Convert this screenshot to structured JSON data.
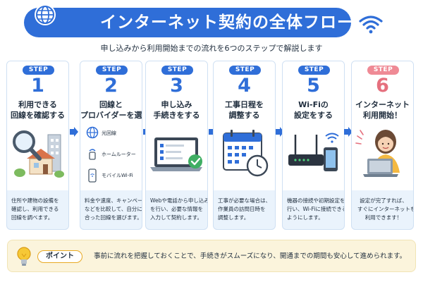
{
  "header": {
    "title": "インターネット契約の全体フロー",
    "subtitle": "申し込みから利用開始までの流れを6つのステップで解説します"
  },
  "steps": [
    {
      "label": "STEP",
      "number": "1",
      "title_line1": "利用できる",
      "title_line2": "回線を確認する",
      "desc": [
        "住所や建物の設備を",
        "確認し、利用できる",
        "回線を調べます。"
      ]
    },
    {
      "label": "STEP",
      "number": "2",
      "title_line1": "回線と",
      "title_line2": "プロバイダーを選ぶ",
      "options": [
        "光回線",
        "ホームルーター",
        "モバイルWi-Fi"
      ],
      "desc": [
        "料金や速度、キャンペーン",
        "などを比較して、自分に",
        "合った回線を選びます。"
      ]
    },
    {
      "label": "STEP",
      "number": "3",
      "title_line1": "申し込み",
      "title_line2": "手続きをする",
      "desc": [
        "Webや電話から申し込み",
        "を行い、必要な情報を",
        "入力して契約します。"
      ]
    },
    {
      "label": "STEP",
      "number": "4",
      "title_line1": "工事日程を",
      "title_line2": "調整する",
      "desc": [
        "工事が必要な場合は、",
        "作業員の訪問日時を",
        "調整します。"
      ]
    },
    {
      "label": "STEP",
      "number": "5",
      "title_line1": "Wi-Fiの",
      "title_line2": "設定をする",
      "desc": [
        "機器の接続や初期設定を",
        "行い、Wi-Fiに接続できる",
        "ようにします。"
      ]
    },
    {
      "label": "STEP",
      "number": "6",
      "title_line1": "インターネット",
      "title_line2": "利用開始！",
      "desc": [
        "設定が完了すれば、",
        "すぐにインターネットを",
        "利用できます！"
      ]
    }
  ],
  "point": {
    "label": "ポイント",
    "text": "事前に流れを把握しておくことで、手続きがスムーズになり、開通までの期間も安心して進められます。"
  },
  "colors": {
    "primary": "#2f6ed8",
    "final_step": "#ef8a95",
    "card_bg": "#eaf3fc",
    "point_bg": "#fbf4dc",
    "arrow": "#2f6ed8"
  },
  "icons": [
    "globe-icon",
    "wifi-icon",
    "magnifier-icon",
    "house-icon",
    "laptop-icon",
    "calendar-icon",
    "clock-icon",
    "router-icon",
    "smartphone-icon",
    "person-icon",
    "lightbulb-icon",
    "arrow-right-icon"
  ]
}
